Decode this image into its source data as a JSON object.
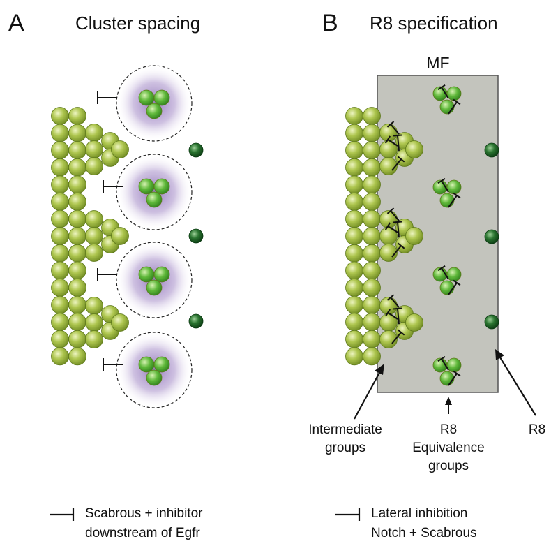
{
  "panel_a": {
    "letter": "A",
    "title": "Cluster spacing",
    "legend_line1": "Scabrous + inhibitor",
    "legend_line2": "downstream of Egfr"
  },
  "panel_b": {
    "letter": "B",
    "title": "R8 specification",
    "mf_label": "MF",
    "label_intermediate_1": "Intermediate",
    "label_intermediate_2": "groups",
    "label_equiv_1": "R8",
    "label_equiv_2": "Equivalence",
    "label_equiv_3": "groups",
    "label_r8": "R8",
    "legend_line1": "Lateral inhibition",
    "legend_line2": "Notch + Scabrous"
  },
  "colors": {
    "cell_light": "#a9c24a",
    "cell_dark": "#1e5a25",
    "cluster_cell": "#5cb535",
    "inhibition_halo": "#9a7fbf",
    "mf_band": "#c3c4bd"
  }
}
